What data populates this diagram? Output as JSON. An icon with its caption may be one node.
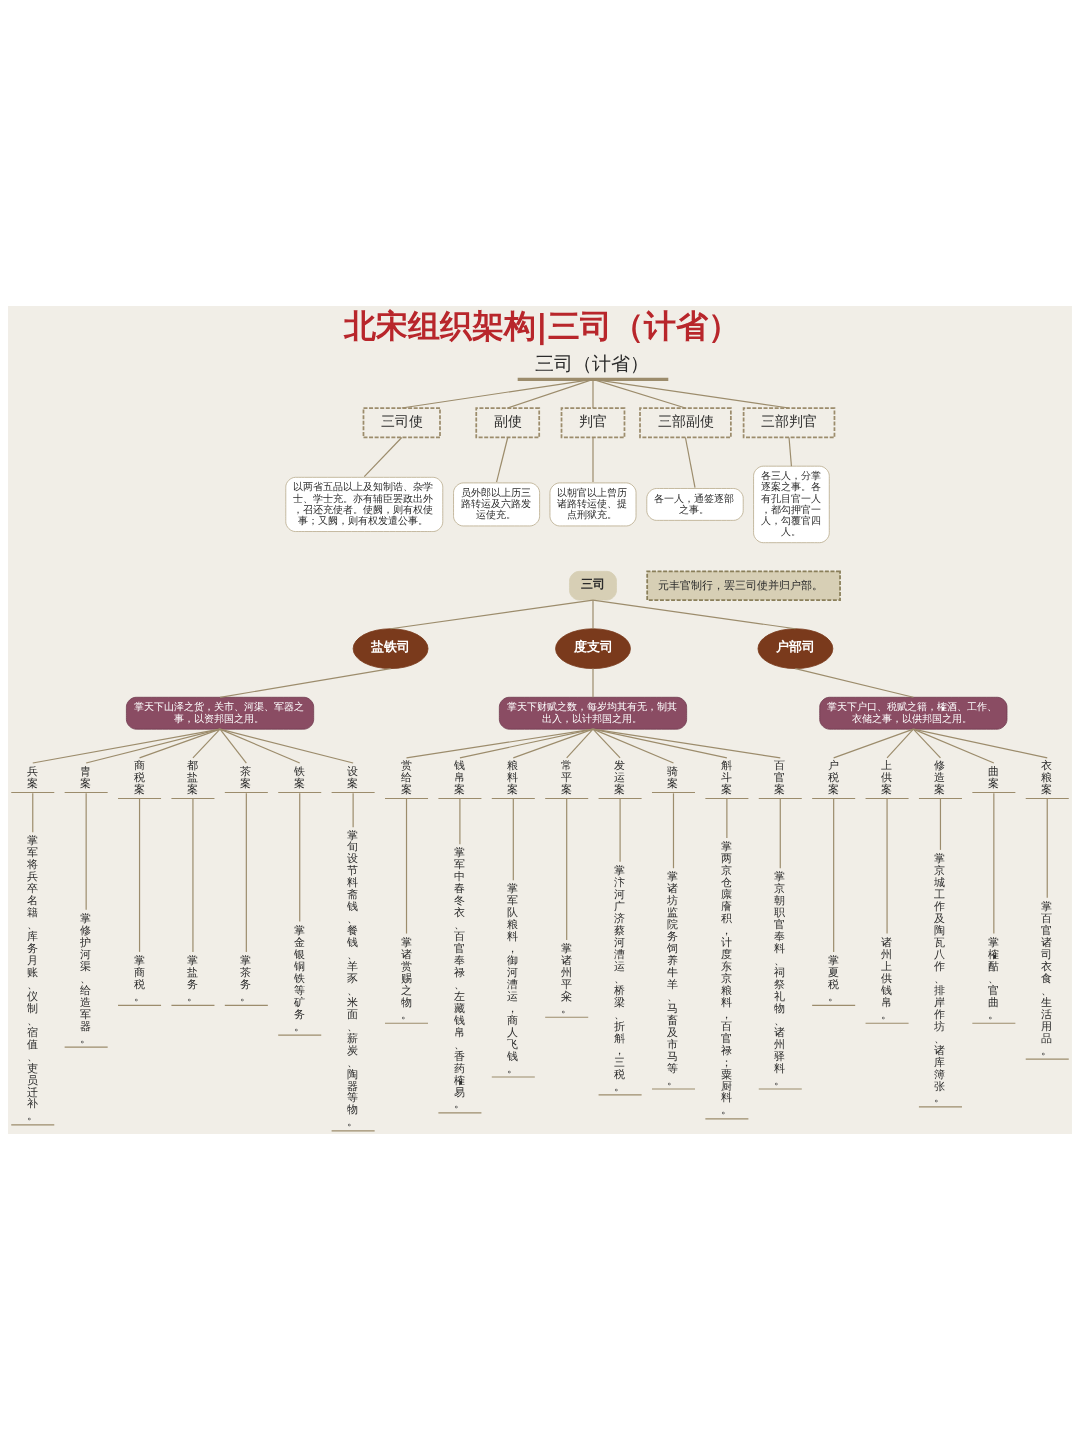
{
  "diagram": {
    "title": "北宋组织架构|三司（计省）",
    "nodes": [
      {
        "text": [
          "三司（计省）"
        ]
      },
      {
        "text": [
          "三司使"
        ]
      },
      {
        "text": [
          "副使"
        ]
      },
      {
        "text": [
          "判官"
        ]
      },
      {
        "text": [
          "三部副使"
        ]
      },
      {
        "text": [
          "三部判官"
        ]
      },
      {
        "text": [
          "以两省五品以上及知制诰、杂学士、学士充。亦有辅臣罢政出外，召还充使者。使阙，则有权使事；又阙，则有权发遣公事。"
        ]
      },
      {
        "text": [
          "员外郎以上历三路转运及六路发运使充。"
        ]
      },
      {
        "text": [
          "以朝官以上曾历诸路转运使、提点刑狱充。"
        ]
      },
      {
        "text": [
          "各一人，通签逐部之事。"
        ]
      },
      {
        "text": [
          "各三人，分掌逐案之事。各有孔目官一人，都勾押官一人，勾覆官四人。"
        ]
      },
      {
        "text": [
          "三司"
        ]
      },
      {
        "text": [
          "元丰官制行，罢三司使并归户部。"
        ]
      },
      {
        "text": [
          "盐铁司"
        ]
      },
      {
        "text": [
          "度支司"
        ]
      },
      {
        "text": [
          "户部司"
        ]
      },
      {
        "text": [
          "掌天下山泽之货，关市、河渠、军器之事，以资邦国之用。"
        ]
      },
      {
        "text": [
          "掌天下财赋之数，每岁均其有无，制其出入，以计邦国之用。"
        ]
      },
      {
        "text": [
          "掌天下户口、税赋之籍，榷酒、工作、衣储之事，以供邦国之用。"
        ]
      },
      {
        "text": [
          "兵案"
        ]
      },
      {
        "text": [
          "胄案"
        ]
      },
      {
        "text": [
          "商税案"
        ]
      },
      {
        "text": [
          "都盐案"
        ]
      },
      {
        "text": [
          "茶案"
        ]
      },
      {
        "text": [
          "铁案"
        ]
      },
      {
        "text": [
          "设案"
        ]
      },
      {
        "text": [
          "赏给案"
        ]
      },
      {
        "text": [
          "钱帛案"
        ]
      },
      {
        "text": [
          "粮料案"
        ]
      },
      {
        "text": [
          "常平案"
        ]
      },
      {
        "text": [
          "发运案"
        ]
      },
      {
        "text": [
          "骑案"
        ]
      },
      {
        "text": [
          "斛斗案"
        ]
      },
      {
        "text": [
          "百官案"
        ]
      },
      {
        "text": [
          "户税案"
        ]
      },
      {
        "text": [
          "上供案"
        ]
      },
      {
        "text": [
          "修造案"
        ]
      },
      {
        "text": [
          "曲案"
        ]
      },
      {
        "text": [
          "衣粮案"
        ]
      },
      {
        "text": [
          "掌军将兵卒名籍、库务月账、仪制、宿值、吏员迁补。"
        ]
      },
      {
        "text": [
          "掌修护河渠、给造军器。"
        ]
      },
      {
        "text": [
          "掌商税。"
        ]
      },
      {
        "text": [
          "掌盐务。"
        ]
      },
      {
        "text": [
          "掌茶务。"
        ]
      },
      {
        "text": [
          "掌金银铜铁等矿务。"
        ]
      },
      {
        "text": [
          "掌旬设节料斋钱、餐钱、羊豕、米面、薪炭、陶器等物。"
        ]
      },
      {
        "text": [
          "掌诸赏赐之物。"
        ]
      },
      {
        "text": [
          "掌军中春冬衣、百官奉禄、左藏钱帛、香药榷易。"
        ]
      },
      {
        "text": [
          "掌军队粮料，御河漕运，商人飞钱。"
        ]
      },
      {
        "text": [
          "掌诸州平籴。"
        ]
      },
      {
        "text": [
          "掌汴河广济蔡河漕运、桥梁、折斛，三税。"
        ]
      },
      {
        "text": [
          "掌诸坊监院务饲养牛羊、马畜及市马等。"
        ]
      },
      {
        "text": [
          "掌两京仓廪廥积，计度东京粮料，百官禄；粟厨料。"
        ]
      },
      {
        "text": [
          "掌京朝职官奉料、祠祭礼物、诸州驿料。"
        ]
      },
      {
        "text": [
          "掌夏税。"
        ]
      },
      {
        "text": [
          "诸州上供钱帛。"
        ]
      },
      {
        "text": [
          "掌京城工作及陶瓦八作、排岸作坊、诸库簿张。"
        ]
      },
      {
        "text": [
          "掌榷酤、官曲。"
        ]
      },
      {
        "text": [
          "掌百官诸司衣食、生活用品。"
        ]
      }
    ],
    "edges": [
      {
        "from": 0,
        "to": 1,
        "arrow": "none"
      },
      {
        "from": 0,
        "to": 2,
        "arrow": "none"
      },
      {
        "from": 0,
        "to": 3,
        "arrow": "none"
      },
      {
        "from": 0,
        "to": 4,
        "arrow": "none"
      },
      {
        "from": 0,
        "to": 5,
        "arrow": "none"
      },
      {
        "from": 1,
        "to": 6,
        "arrow": "none"
      },
      {
        "from": 2,
        "to": 7,
        "arrow": "none"
      },
      {
        "from": 3,
        "to": 8,
        "arrow": "none"
      },
      {
        "from": 4,
        "to": 9,
        "arrow": "none"
      },
      {
        "from": 5,
        "to": 10,
        "arrow": "none"
      },
      {
        "from": 11,
        "to": 13,
        "arrow": "none"
      },
      {
        "from": 11,
        "to": 14,
        "arrow": "none"
      },
      {
        "from": 11,
        "to": 15,
        "arrow": "none"
      },
      {
        "from": 13,
        "to": 16,
        "arrow": "none"
      },
      {
        "from": 14,
        "to": 17,
        "arrow": "none"
      },
      {
        "from": 15,
        "to": 18,
        "arrow": "none"
      },
      {
        "from": 16,
        "to": 19,
        "arrow": "none"
      },
      {
        "from": 16,
        "to": 20,
        "arrow": "none"
      },
      {
        "from": 16,
        "to": 21,
        "arrow": "none"
      },
      {
        "from": 16,
        "to": 22,
        "arrow": "none"
      },
      {
        "from": 16,
        "to": 23,
        "arrow": "none"
      },
      {
        "from": 16,
        "to": 24,
        "arrow": "none"
      },
      {
        "from": 16,
        "to": 25,
        "arrow": "none"
      },
      {
        "from": 17,
        "to": 26,
        "arrow": "none"
      },
      {
        "from": 17,
        "to": 27,
        "arrow": "none"
      },
      {
        "from": 17,
        "to": 28,
        "arrow": "none"
      },
      {
        "from": 17,
        "to": 29,
        "arrow": "none"
      },
      {
        "from": 17,
        "to": 30,
        "arrow": "none"
      },
      {
        "from": 17,
        "to": 31,
        "arrow": "none"
      },
      {
        "from": 17,
        "to": 32,
        "arrow": "none"
      },
      {
        "from": 17,
        "to": 33,
        "arrow": "none"
      },
      {
        "from": 18,
        "to": 34,
        "arrow": "none"
      },
      {
        "from": 18,
        "to": 35,
        "arrow": "none"
      },
      {
        "from": 18,
        "to": 36,
        "arrow": "none"
      },
      {
        "from": 18,
        "to": 37,
        "arrow": "none"
      },
      {
        "from": 18,
        "to": 38,
        "arrow": "none"
      },
      {
        "from": 19,
        "to": 39,
        "arrow": "none"
      },
      {
        "from": 20,
        "to": 40,
        "arrow": "none"
      },
      {
        "from": 21,
        "to": 41,
        "arrow": "none"
      },
      {
        "from": 22,
        "to": 42,
        "arrow": "none"
      },
      {
        "from": 23,
        "to": 43,
        "arrow": "none"
      },
      {
        "from": 24,
        "to": 44,
        "arrow": "none"
      },
      {
        "from": 25,
        "to": 45,
        "arrow": "none"
      },
      {
        "from": 26,
        "to": 46,
        "arrow": "none"
      },
      {
        "from": 27,
        "to": 47,
        "arrow": "none"
      },
      {
        "from": 28,
        "to": 48,
        "arrow": "none"
      },
      {
        "from": 29,
        "to": 49,
        "arrow": "none"
      },
      {
        "from": 30,
        "to": 50,
        "arrow": "none"
      },
      {
        "from": 31,
        "to": 51,
        "arrow": "none"
      },
      {
        "from": 32,
        "to": 52,
        "arrow": "none"
      },
      {
        "from": 33,
        "to": 53,
        "arrow": "none"
      },
      {
        "from": 34,
        "to": 54,
        "arrow": "none"
      },
      {
        "from": 35,
        "to": 55,
        "arrow": "none"
      },
      {
        "from": 36,
        "to": 56,
        "arrow": "none"
      },
      {
        "from": 37,
        "to": 57,
        "arrow": "none"
      },
      {
        "from": 38,
        "to": 58,
        "arrow": "none"
      }
    ]
  }
}
